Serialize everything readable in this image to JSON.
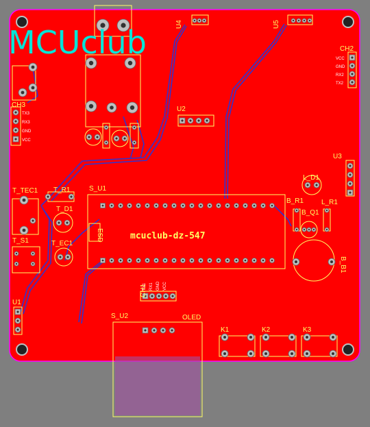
{
  "board": {
    "logo": "MCUclub",
    "title": "mcuclub-dz-547",
    "colors": {
      "copper": "#ff0000",
      "background": "#7f7f7f",
      "outline": "#ff00ff",
      "silkscreen": "#ffff66",
      "logo": "#00e5d8",
      "trace": "#3333cc",
      "pad": "#c0c0c0"
    }
  },
  "labels": {
    "u4": "U4",
    "u5": "U5",
    "ch2": "CH2",
    "ch3": "CH3",
    "u2": "U2",
    "u3": "U3",
    "t_tec1": "T_TEC1",
    "t_r1": "T_R1",
    "s_u1": "S_U1",
    "t_d1": "T_D1",
    "t_s1": "T_S1",
    "t_ec1": "T_EC1",
    "l_d1": "L_D1",
    "b_r1": "B_R1",
    "l_r1": "L_R1",
    "b_q1": "B_Q1",
    "b_b1": "B_B1",
    "u1": "U1",
    "ch1": "CH1",
    "s_u2": "S_U2",
    "oled": "OLED",
    "k1": "K1",
    "k2": "K2",
    "k3": "K3",
    "esd": "ESD"
  },
  "ch2_pins": [
    "VCC",
    "GND",
    "RX2",
    "TX2"
  ],
  "ch3_pins": [
    "TX3",
    "RX3",
    "GND",
    "VCC"
  ],
  "ch1_pins": [
    "TX1",
    "RX1",
    "GND",
    "VCC"
  ]
}
